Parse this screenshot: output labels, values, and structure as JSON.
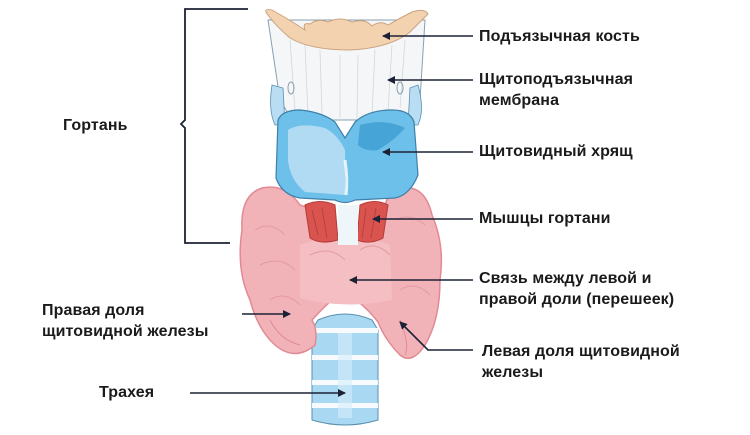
{
  "diagram": {
    "type": "anatomical-illustration",
    "subject": "thyroid gland and larynx",
    "colors": {
      "text": "#1a1a1a",
      "leader_line": "#1c2236",
      "hyoid_bone": "#f3d2b0",
      "membrane": "#f4f6f8",
      "cartilage_light": "#b9def3",
      "cartilage": "#6cc0ea",
      "cartilage_dark": "#3f9fd2",
      "muscle": "#d9534f",
      "thyroid": "#f2b3b8",
      "thyroid_dark": "#e28a93",
      "trachea": "#a8d8f2"
    },
    "labels": {
      "larynx": "Гортань",
      "hyoid_bone": "Подъязычная кость",
      "thyrohyoid_membrane_1": "Щитоподъязычная",
      "thyrohyoid_membrane_2": "мембрана",
      "thyroid_cartilage": "Щитовидный хрящ",
      "laryngeal_muscles": "Мышцы гортани",
      "isthmus_1": "Связь между левой и",
      "isthmus_2": "правой доли (перешеек)",
      "right_lobe_1": "Правая доля",
      "right_lobe_2": "щитовидной железы",
      "left_lobe_1": "Левая доля щитовидной",
      "left_lobe_2": "железы",
      "trachea": "Трахея"
    }
  }
}
